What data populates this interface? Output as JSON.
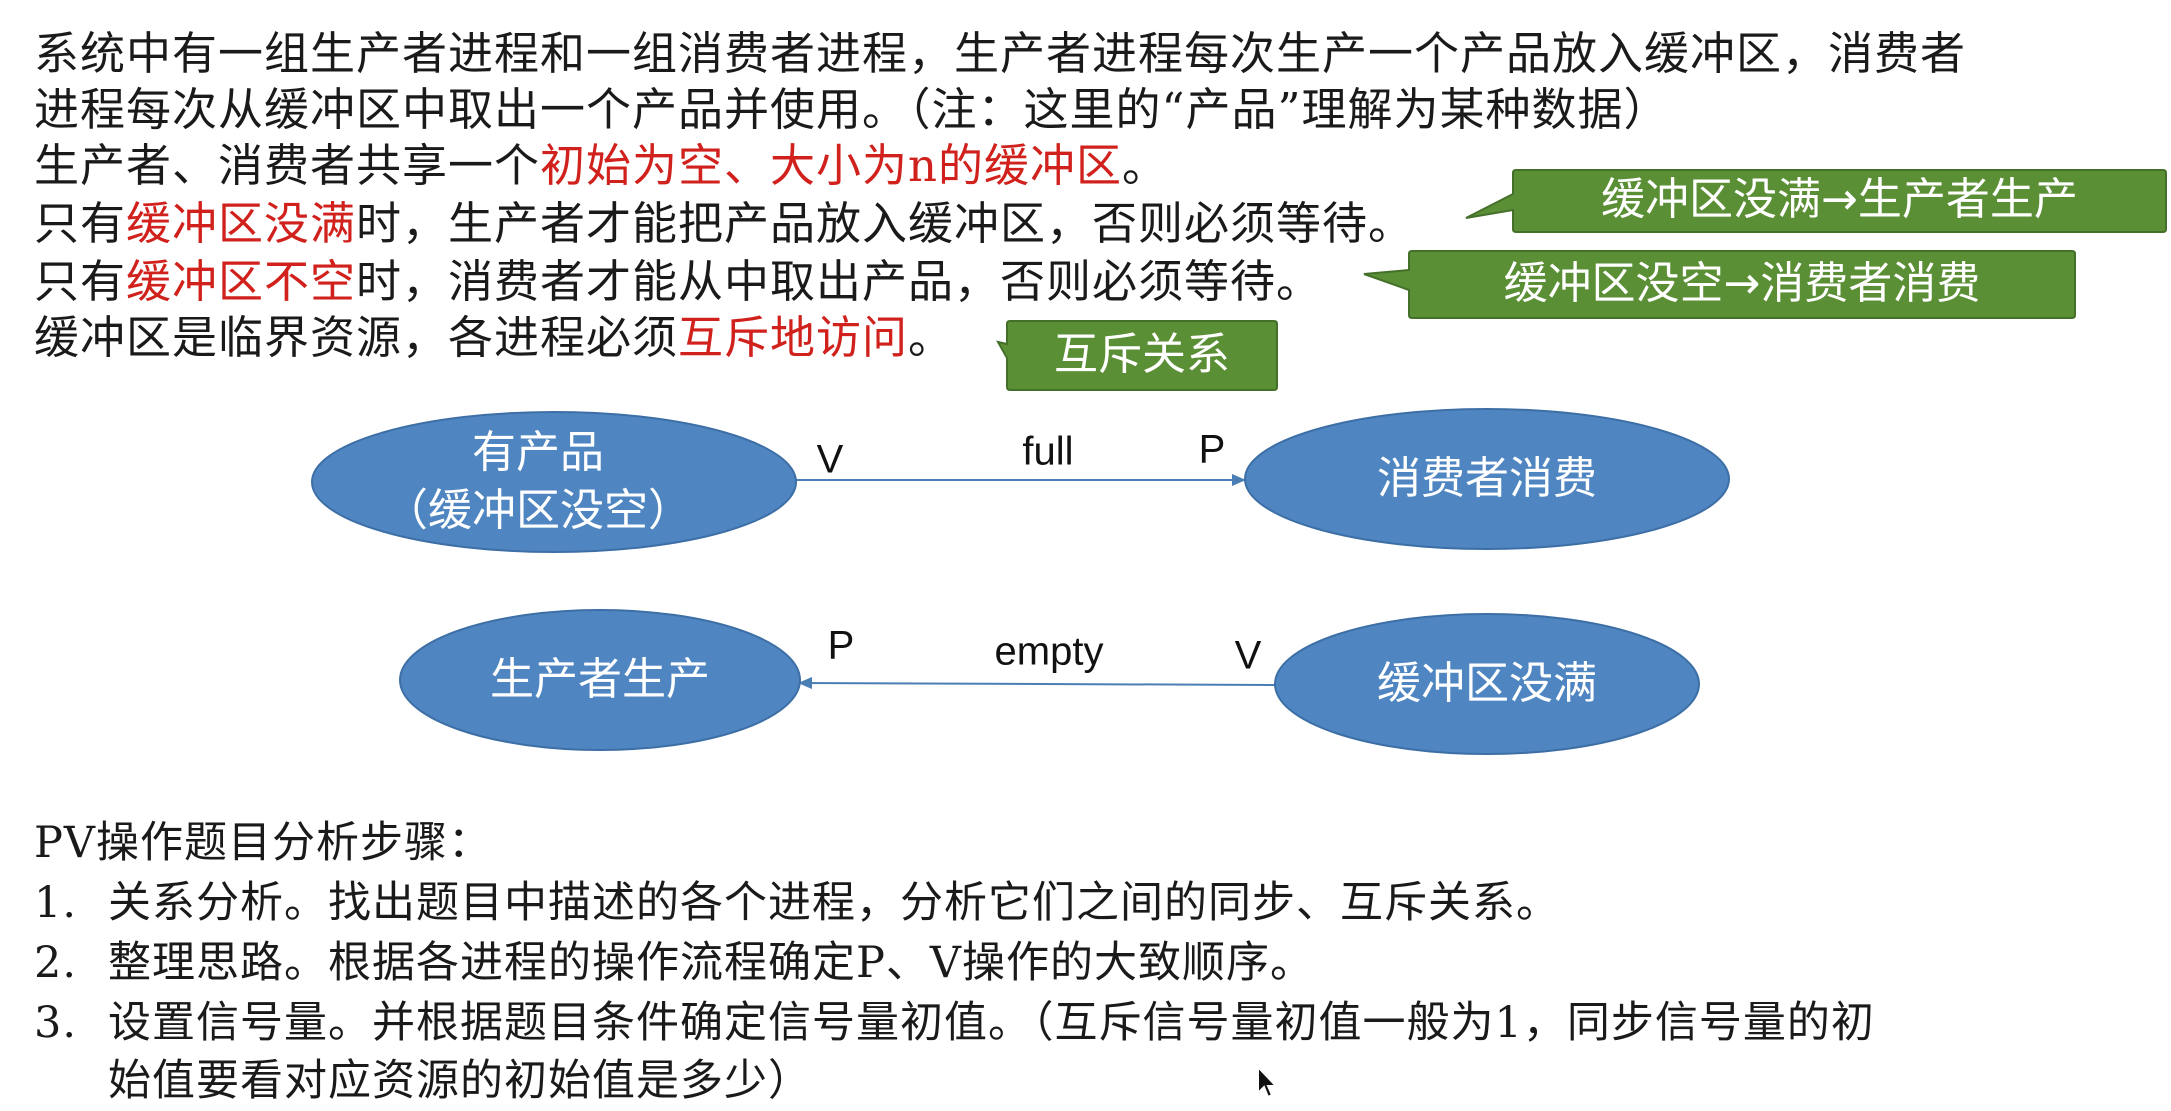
{
  "paragraph": {
    "line1": "系统中有一组生产者进程和一组消费者进程，生产者进程每次生产一个产品放入缓冲区，消费者",
    "line2": "进程每次从缓冲区中取出一个产品并使用。（注：这里的“产品”理解为某种数据）",
    "line3": {
      "a": "生产者、消费者共享一个",
      "b": "初始为空、大小为n的缓冲区",
      "c": "。"
    },
    "line4": {
      "a": "只有",
      "b": "缓冲区没满",
      "c": "时，生产者才能把产品放入缓冲区，否则必须等待。"
    },
    "line5": {
      "a": "只有",
      "b": "缓冲区不空",
      "c": "时，消费者才能从中取出产品，否则必须等待。"
    },
    "line6": {
      "a": "缓冲区是临界资源，各进程必须",
      "b": "互斥地访问",
      "c": "。"
    }
  },
  "callouts": {
    "c1": "缓冲区没满→生产者生产",
    "c2": "缓冲区没空→消费者消费",
    "c3": "互斥关系"
  },
  "diagram": {
    "ellipse_has_product_1": "有产品",
    "ellipse_has_product_2": "（缓冲区没空）",
    "ellipse_consumer": "消费者消费",
    "ellipse_producer": "生产者生产",
    "ellipse_not_full": "缓冲区没满",
    "edge_full": {
      "left": "V",
      "middle": "full",
      "right": "P"
    },
    "edge_empty": {
      "left": "P",
      "middle": "empty",
      "right": "V"
    }
  },
  "steps": {
    "heading": "PV操作题目分析步骤：",
    "items": [
      {
        "num": "1.",
        "text": "关系分析。找出题目中描述的各个进程，分析它们之间的同步、互斥关系。"
      },
      {
        "num": "2.",
        "text": "整理思路。根据各进程的操作流程确定P、V操作的大致顺序。"
      },
      {
        "num": "3.",
        "text": "设置信号量。并根据题目条件确定信号量初值。（互斥信号量初值一般为1，同步信号量的初"
      }
    ],
    "continuation": "始值要看对应资源的初始值是多少）"
  },
  "colors": {
    "accent_red": "#d0211c",
    "callout_green": "#5b8f35",
    "ellipse_blue": "#4f86c1"
  }
}
